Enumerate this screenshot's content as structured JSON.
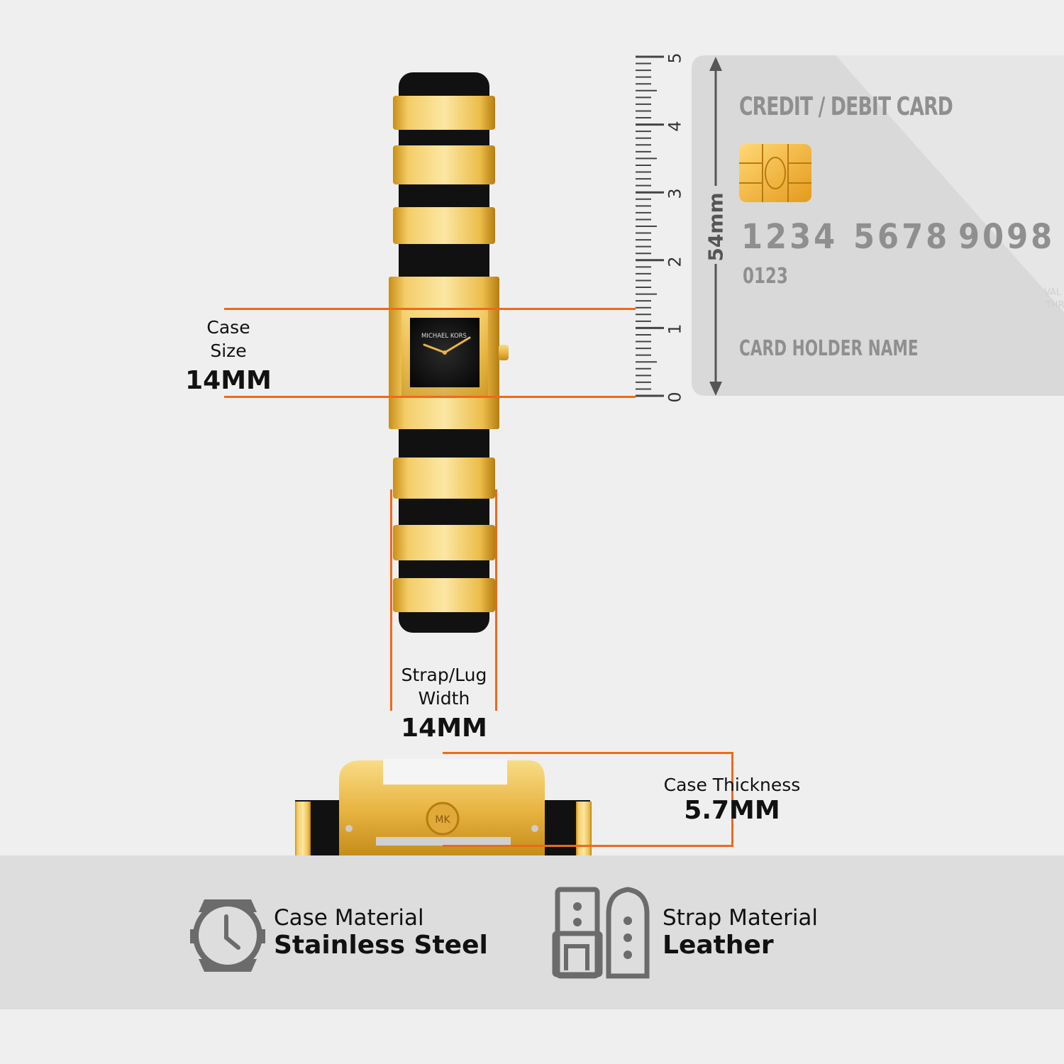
{
  "watch": {
    "brand_text": "MICHAEL KORS",
    "crown_logo": "MK"
  },
  "measurements": {
    "case_size": {
      "label_line1": "Case",
      "label_line2": "Size",
      "value": "14MM"
    },
    "strap_width": {
      "label_line1": "Strap/Lug",
      "label_line2": "Width",
      "value": "14MM"
    },
    "case_thickness": {
      "label": "Case Thickness",
      "value": "5.7MM"
    }
  },
  "ruler": {
    "ticks": [
      "0",
      "1",
      "2",
      "3",
      "4",
      "5"
    ],
    "card_length_label": "54mm"
  },
  "card": {
    "title": "CREDIT / DEBIT CARD",
    "number_groups": [
      "1234",
      "5678",
      "9098"
    ],
    "sub_number": "0123",
    "holder": "CARD HOLDER NAME",
    "valid_thru_fragment_1": "VAL",
    "valid_thru_fragment_2": "THR"
  },
  "specs": [
    {
      "title": "Case Material",
      "value": "Stainless Steel",
      "icon": "watch-case-icon"
    },
    {
      "title": "Strap Material",
      "value": "Leather",
      "icon": "leather-strap-icon"
    }
  ],
  "colors": {
    "accent": "#ee6a1a",
    "gold": "#e7b94a",
    "background": "#efefef",
    "band": "#dddddd"
  }
}
